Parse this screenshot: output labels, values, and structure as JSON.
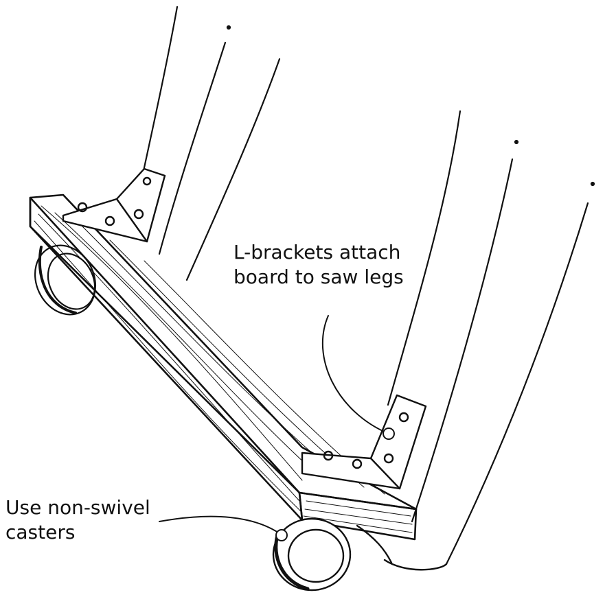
{
  "diagram": {
    "callouts": {
      "brackets": {
        "line1": "L-brackets attach",
        "line2": "board to saw legs"
      },
      "casters": {
        "line1": "Use non-swivel",
        "line2": "casters"
      }
    },
    "colors": {
      "ink": "#111111",
      "paper": "#ffffff"
    }
  }
}
